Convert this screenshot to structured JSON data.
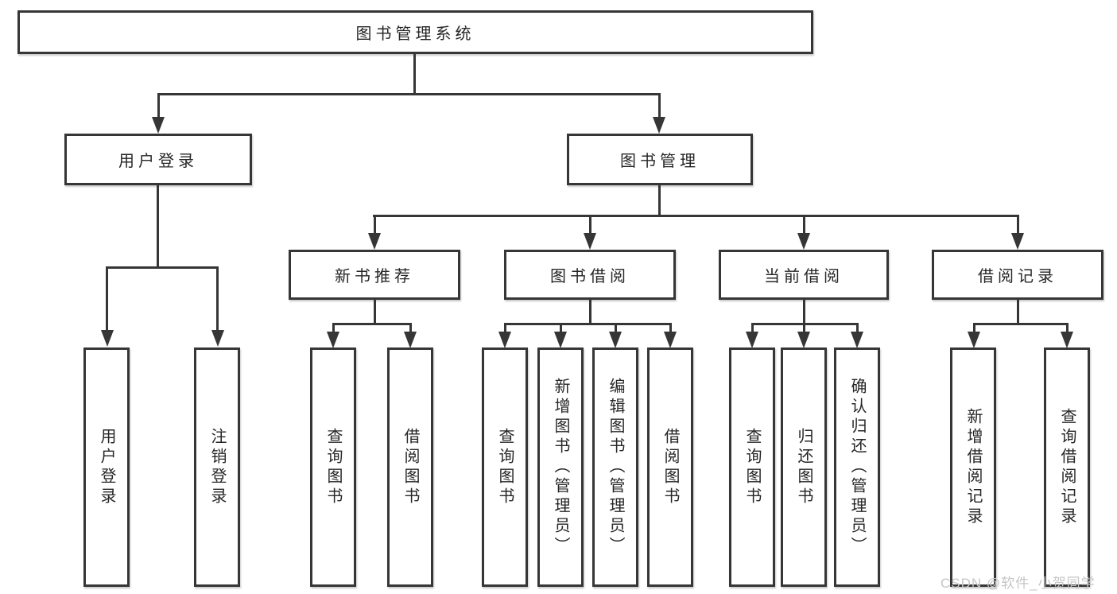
{
  "diagram": {
    "root": "图书管理系统",
    "branches": [
      {
        "label": "用户登录",
        "children": [
          "用户登录",
          "注销登录"
        ]
      },
      {
        "label": "图书管理",
        "groups": [
          {
            "label": "新书推荐",
            "children": [
              "查询图书",
              "借阅图书"
            ]
          },
          {
            "label": "图书借阅",
            "children": [
              "查询图书",
              "新增图书（管理员）",
              "编辑图书（管理员）",
              "借阅图书"
            ]
          },
          {
            "label": "当前借阅",
            "children": [
              "查询图书",
              "归还图书",
              "确认归还（管理员）"
            ]
          },
          {
            "label": "借阅记录",
            "children": [
              "新增借阅记录",
              "查询借阅记录"
            ]
          }
        ]
      }
    ]
  },
  "colors": {
    "line": "#363636",
    "text": "#262626",
    "watermark_color": "#c6c6c6",
    "background": "#ffffff"
  },
  "watermark": "CSDN @软件_小贺同学"
}
